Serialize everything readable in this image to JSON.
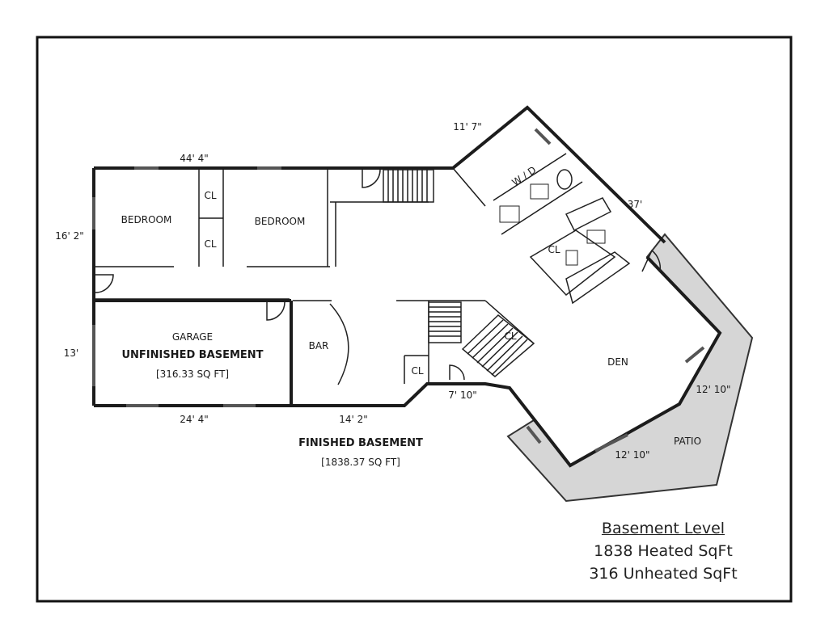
{
  "rooms": {
    "bedroom_1": "BEDROOM",
    "bedroom_2": "BEDROOM",
    "closet_1": "CL",
    "closet_2": "CL",
    "closet_3": "CL",
    "closet_4": "CL",
    "closet_5": "CL",
    "garage_line1": "GARAGE",
    "garage_line2": "UNFINISHED BASEMENT",
    "garage_area": "[316.33 SQ FT]",
    "bar": "BAR",
    "wd": "W / D",
    "den": "DEN",
    "patio": "PATIO"
  },
  "dimensions": {
    "top_width": "44' 4\"",
    "left_upper": "16' 2\"",
    "left_lower": "13'",
    "bottom_garage": "24' 4\"",
    "bottom_mid": "14' 2\"",
    "stair_width": "7' 10\"",
    "diag_top": "11' 7\"",
    "diag_right": "37'",
    "patio_side": "12' 10\"",
    "patio_bottom": "12' 10\""
  },
  "finished": {
    "label": "FINISHED BASEMENT",
    "area": "[1838.37 SQ FT]"
  },
  "legend": {
    "title": "Basement Level",
    "heated": "1838 Heated SqFt",
    "unheated": "316 Unheated SqFt"
  }
}
